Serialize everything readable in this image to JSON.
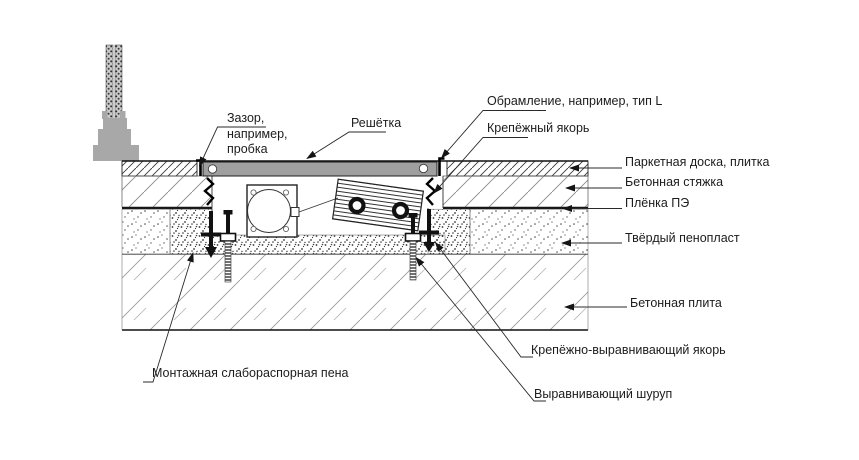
{
  "diagram": {
    "title": "Floor convector / trench heater installation cross-section",
    "labels": {
      "gap": {
        "text": "Зазор,\nнапример,\nпробка"
      },
      "grille": {
        "text": "Решётка"
      },
      "frame_l": {
        "text": "Обрамление, например, тип L"
      },
      "fixing_anchor": {
        "text": "Крепёжный якорь"
      },
      "parquet": {
        "text": "Паркетная доска, плитка"
      },
      "screed": {
        "text": "Бетонная стяжка"
      },
      "pe_film": {
        "text": "Плёнка ПЭ"
      },
      "rigid_foam": {
        "text": "Твёрдый пенопласт"
      },
      "concrete_slab": {
        "text": "Бетонная плита"
      },
      "fixing_leveling_anchor": {
        "text": "Крепёжно-выравнивающий якорь"
      },
      "leveling_screw": {
        "text": "Выравнивающий шуруп"
      },
      "mounting_foam": {
        "text": "Монтажная слабораспорная пена"
      }
    },
    "colors": {
      "background": "#ffffff",
      "grille_gray": "#9f9f9f",
      "window_frame_gray": "#a8a8a8",
      "line_black": "#1c1c1c"
    }
  }
}
